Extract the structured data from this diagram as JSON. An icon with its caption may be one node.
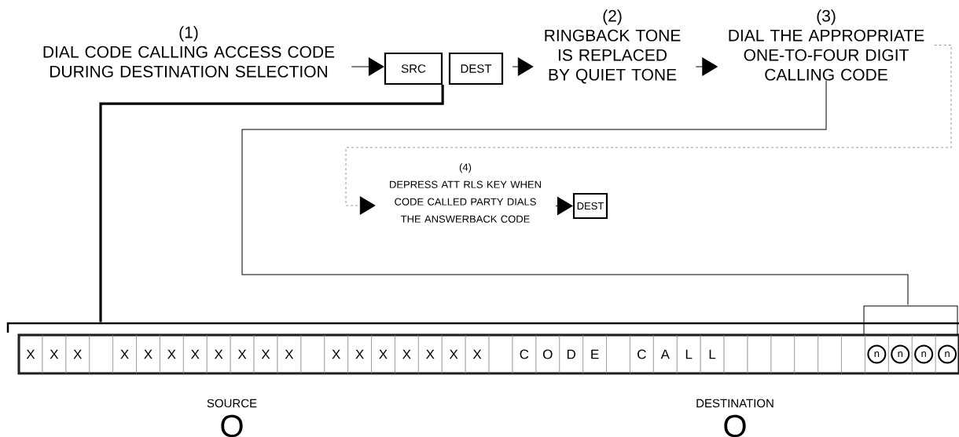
{
  "diagram": {
    "nodes": [
      {
        "text": [
          "(1)",
          "DIAL CODE CALLING ACCESS CODE DURING DESTINATION SELECTION"
        ]
      },
      {
        "text": [
          "SRC"
        ]
      },
      {
        "text": [
          "DEST"
        ]
      },
      {
        "text": [
          "(2)",
          "RINGBACK TONE IS REPLACED BY QUIET TONE"
        ]
      },
      {
        "text": [
          "(3)",
          "DIAL THE APPROPRIATE ONE-TO-FOUR DIGIT CALLING CODE"
        ]
      },
      {
        "text": [
          "(4)",
          "DEPRESS ATT RLS KEY WHEN CODE CALLED PARTY DIALS THE ANSWERBACK CODE"
        ]
      },
      {
        "text": [
          "DEST"
        ]
      },
      {
        "text": [],
        "shape": "box"
      },
      {
        "text": [
          "X"
        ],
        "in": 7
      },
      {
        "text": [
          "X"
        ],
        "in": 7
      },
      {
        "text": [
          "X"
        ],
        "in": 7
      },
      {
        "text": [],
        "shape": "box",
        "in": 7
      },
      {
        "text": [
          "X"
        ],
        "in": 7
      },
      {
        "text": [
          "X"
        ],
        "in": 7
      },
      {
        "text": [
          "X"
        ],
        "in": 7
      },
      {
        "text": [
          "X"
        ],
        "in": 7
      },
      {
        "text": [
          "X"
        ],
        "in": 7
      },
      {
        "text": [
          "X"
        ],
        "in": 7
      },
      {
        "text": [
          "X"
        ],
        "in": 7
      },
      {
        "text": [
          "X"
        ],
        "in": 7
      },
      {
        "text": [],
        "shape": "box",
        "in": 7
      },
      {
        "text": [
          "X"
        ],
        "in": 7
      },
      {
        "text": [
          "X"
        ],
        "in": 7
      },
      {
        "text": [
          "X"
        ],
        "in": 7
      },
      {
        "text": [
          "X"
        ],
        "in": 7
      },
      {
        "text": [
          "X"
        ],
        "in": 7
      },
      {
        "text": [
          "X"
        ],
        "in": 7
      },
      {
        "text": [
          "X"
        ],
        "in": 7
      },
      {
        "text": [],
        "shape": "box",
        "in": 7
      },
      {
        "text": [
          "C"
        ],
        "in": 7
      },
      {
        "text": [
          "O"
        ],
        "in": 7
      },
      {
        "text": [
          "D"
        ],
        "in": 7
      },
      {
        "text": [
          "E"
        ],
        "in": 7
      },
      {
        "text": [],
        "shape": "box",
        "in": 7
      },
      {
        "text": [
          "C"
        ],
        "in": 7
      },
      {
        "text": [
          "A"
        ],
        "in": 7
      },
      {
        "text": [
          "L"
        ],
        "in": 7
      },
      {
        "text": [
          "L"
        ],
        "in": 7
      },
      {
        "text": [],
        "shape": "box",
        "in": 7
      },
      {
        "text": [],
        "shape": "box",
        "in": 7
      },
      {
        "text": [],
        "shape": "box",
        "in": 7
      },
      {
        "text": [],
        "shape": "box",
        "in": 7
      },
      {
        "text": [],
        "shape": "box",
        "in": 7
      },
      {
        "text": [],
        "shape": "box",
        "in": 7
      },
      {
        "text": [
          "n"
        ],
        "in": 7
      },
      {
        "text": [
          "n"
        ],
        "in": 7
      },
      {
        "text": [
          "n"
        ],
        "in": 7
      },
      {
        "text": [
          "n"
        ],
        "in": 7
      }
    ],
    "edges": [
      {
        "from": 0,
        "to": 1,
        "arrow": "to"
      },
      {
        "from": 2,
        "to": 3,
        "arrow": "to"
      },
      {
        "from": 3,
        "to": 4,
        "arrow": "to"
      },
      {
        "from": 4,
        "to": 5,
        "arrow": "to",
        "style": "dashed",
        "color": "#999999"
      },
      {
        "from": 5,
        "to": 6,
        "arrow": "to"
      },
      {
        "from": 1,
        "to": 7,
        "arrow": "none",
        "style": "thick"
      },
      {
        "from": 4,
        "to": 7,
        "arrow": "none"
      }
    ],
    "labels": [
      "SOURCE",
      "O",
      "DESTINATION",
      "O"
    ]
  }
}
